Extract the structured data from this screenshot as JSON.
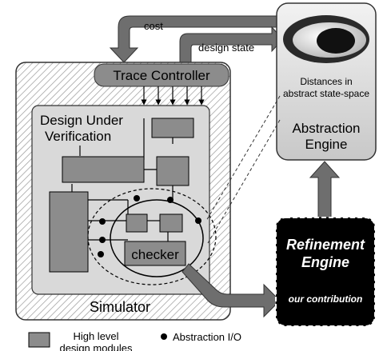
{
  "arrows": {
    "cost": "cost",
    "design_state": "design state"
  },
  "simulator": {
    "trace_controller": "Trace Controller",
    "dut_line1": "Design Under",
    "dut_line2": "Verification",
    "checker": "checker",
    "label": "Simulator"
  },
  "abstraction_engine": {
    "distances_line1": "Distances in",
    "distances_line2": "abstract state-space",
    "title_line1": "Abstraction",
    "title_line2": "Engine"
  },
  "refinement_engine": {
    "title_line1": "Refinement",
    "title_line2": "Engine",
    "contribution": "our contribution"
  },
  "legend": {
    "modules_line1": "High level",
    "modules_line2": "design modules",
    "abstraction_io": "Abstraction I/O"
  },
  "colors": {
    "module_gray": "#8c8c8c",
    "arrow_gray": "#6e6e6e",
    "panel_gray": "#d9d9d9",
    "refinement_bg": "#000000"
  }
}
